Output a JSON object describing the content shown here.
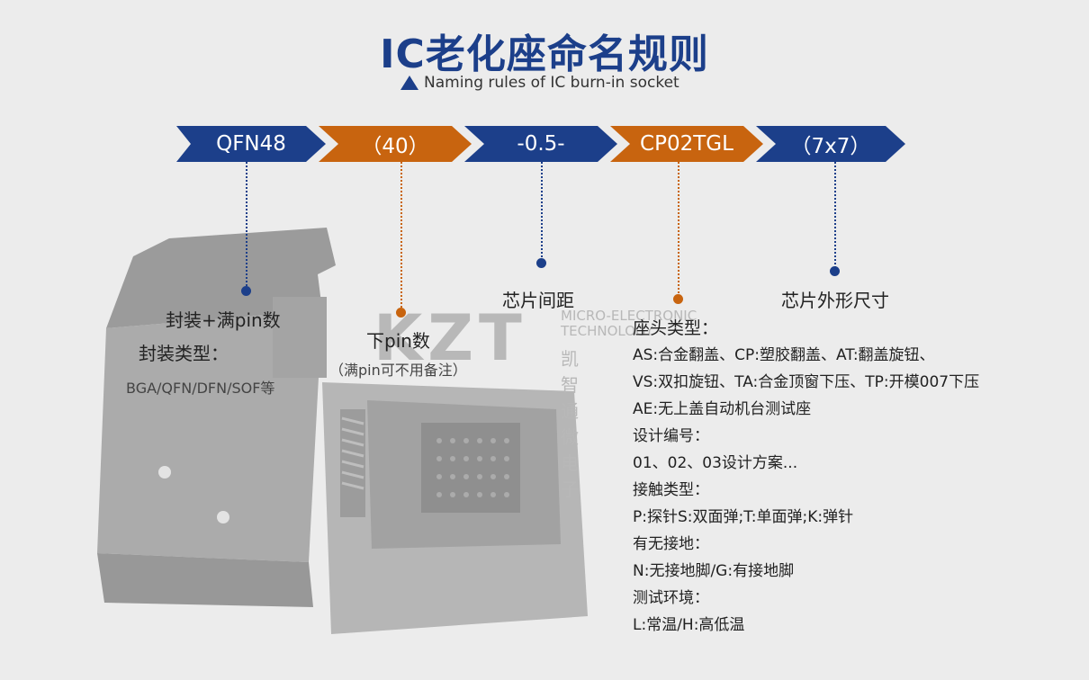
{
  "title": "IC老化座命名规则",
  "subtitle": "Naming rules of IC burn-in socket",
  "segments": [
    "QFN48",
    "（40）",
    "-0.5-",
    "CP02TGL",
    "（7x7）"
  ],
  "labels": {
    "package_full_pin": "封装+满pin数",
    "package_type": "封装类型：",
    "package_examples": "BGA/QFN/DFN/SOF等",
    "lower_pin": "下pin数",
    "lower_pin_note": "（满pin可不用备注）",
    "chip_pitch": "芯片间距",
    "chip_size": "芯片外形尺寸"
  },
  "watermark": {
    "logo": "KZT",
    "en": "MICRO-ELECTRONIC TECHNOLOGY",
    "cn": "凯智通微电子"
  },
  "rules": [
    "座头类型：",
    "AS:合金翻盖、CP:塑胶翻盖、AT:翻盖旋钮、",
    "VS:双扣旋钮、TA:合金顶窗下压、TP:开模007下压",
    "AE:无上盖自动机台测试座",
    "设计编号：",
    "01、02、03设计方案...",
    "接触类型：",
    "P:探针S:双面弹;T:单面弹;K:弹针",
    "有无接地：",
    "N:无接地脚/G:有接地脚",
    "测试环境：",
    "L:常温/H:高低温"
  ],
  "colors": {
    "blue": "#1c3f8a",
    "orange": "#c8640f"
  }
}
